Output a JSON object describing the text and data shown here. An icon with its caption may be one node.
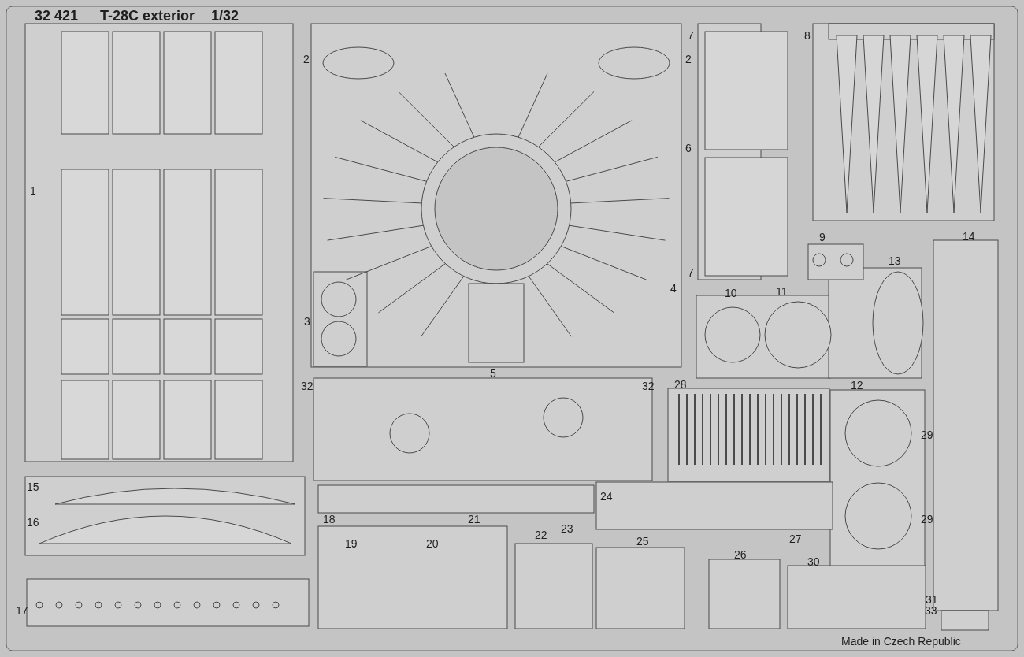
{
  "diagram": {
    "labels": [
      "32 421",
      "T-28C exterior",
      "1/32",
      "2",
      "2",
      "7",
      "8",
      "6",
      "1",
      "7",
      "4",
      "9",
      "13",
      "14",
      "3",
      "10",
      "11",
      "5",
      "32",
      "32",
      "28",
      "12",
      "29",
      "15",
      "16",
      "18",
      "19",
      "20",
      "21",
      "22",
      "23",
      "24",
      "25",
      "26",
      "27",
      "29",
      "30",
      "17",
      "31",
      "33",
      "Made in Czech Republic"
    ]
  }
}
